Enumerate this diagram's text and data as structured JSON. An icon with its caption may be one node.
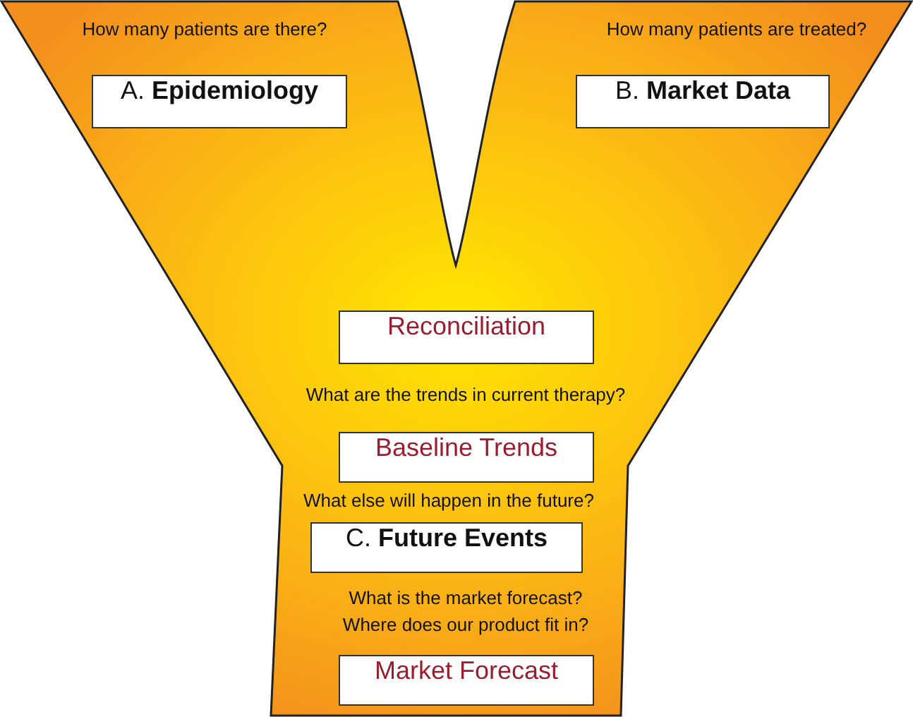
{
  "diagram": {
    "nodes": [
      {
        "text": [
          "A. **Epidemiology**"
        ]
      },
      {
        "text": [
          "B. **Market Data**"
        ]
      },
      {
        "text": [
          "Reconciliation"
        ]
      },
      {
        "text": [
          "Baseline Trends"
        ]
      },
      {
        "text": [
          "C. **Future Events**"
        ]
      },
      {
        "text": [
          "Market Forecast"
        ]
      }
    ],
    "labels": [
      "How many patients are there?",
      "How many patients are treated?",
      "What are the trends in current therapy?",
      "What else will happen in the future?",
      "What is the market forecast?",
      "Where does our product fit in?"
    ]
  }
}
